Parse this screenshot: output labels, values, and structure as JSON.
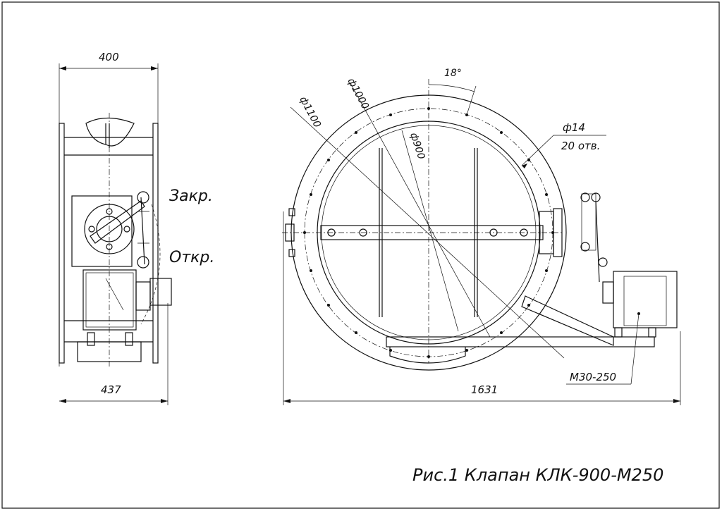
{
  "side_view": {
    "dim_top": "400",
    "dim_bottom": "437",
    "label_closed": "Закр.",
    "label_open": "Откр."
  },
  "front_view": {
    "dim_d1100": "ф1100",
    "dim_d1000": "ф1000",
    "dim_d900": "ф900",
    "dim_angle": "18°",
    "dim_hole": "ф14",
    "dim_holes_count": "20 отв.",
    "dim_width": "1631",
    "label_actuator": "М30-250"
  },
  "caption": "Рис.1 Клапан КЛК-900-М250"
}
